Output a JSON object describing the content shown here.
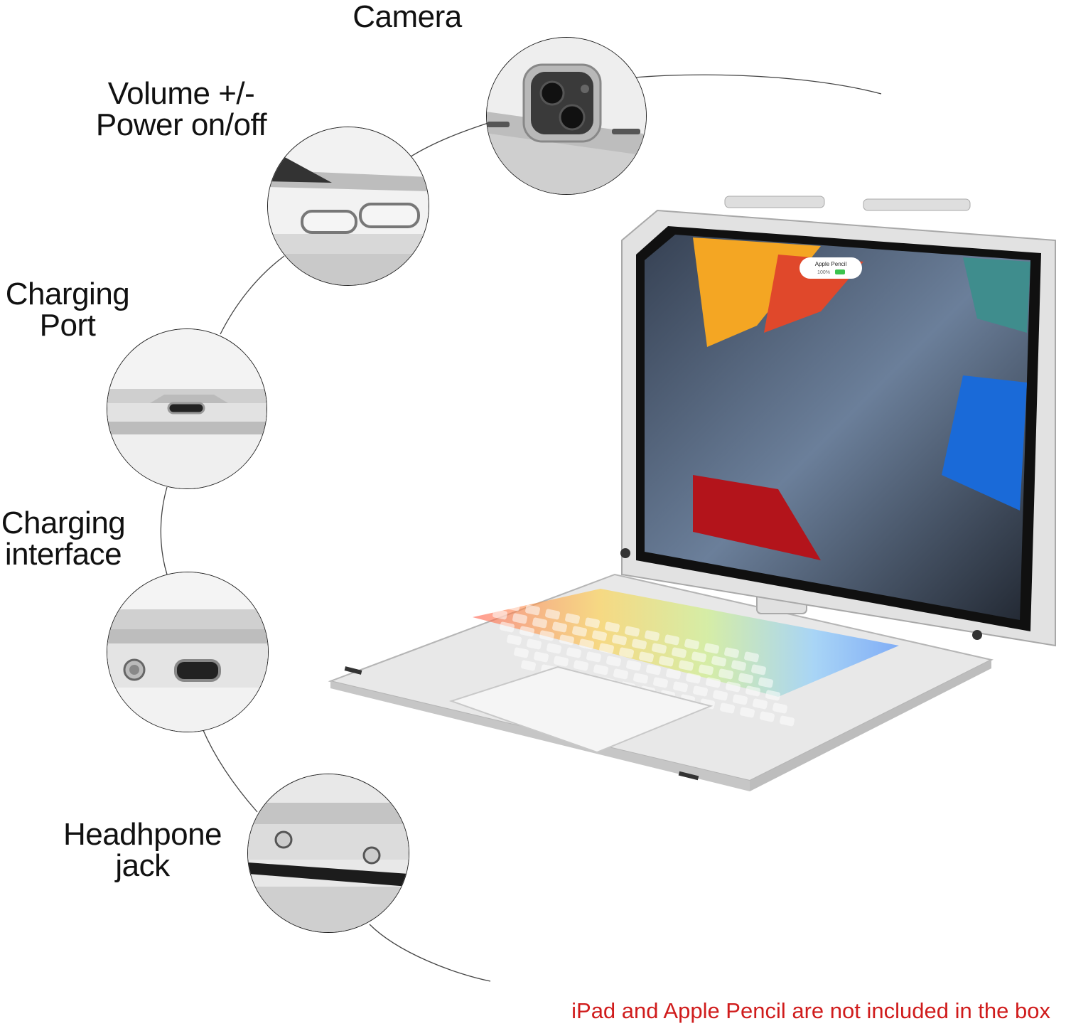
{
  "labels": {
    "camera": "Camera",
    "volume_line1": "Volume +/-",
    "volume_line2": "Power on/off",
    "charging_port_line1": "Charging",
    "charging_port_line2": "Port",
    "charging_interface_line1": "Charging",
    "charging_interface_line2": "interface",
    "headphone_line1": "Headhpone",
    "headphone_line2": "jack"
  },
  "screen_notification": {
    "title": "Apple Pencil",
    "battery": "100%"
  },
  "disclaimer": "iPad and Apple Pencil are not included in the box",
  "colors": {
    "disclaimer": "#d01c1c",
    "text": "#111111",
    "chassis": "#e6e6e6"
  }
}
